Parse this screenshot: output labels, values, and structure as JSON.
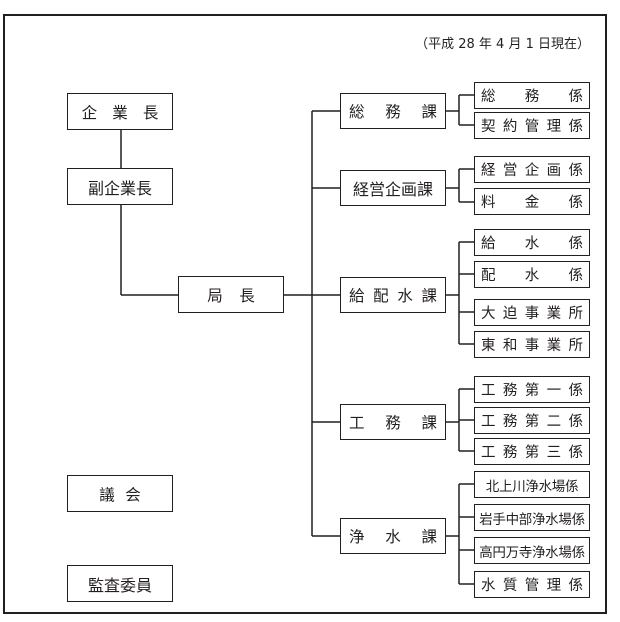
{
  "chart_title": "",
  "date_note": "（平成 28 年 4 月 1 日現在）",
  "left_column": {
    "top": [
      "企",
      "業",
      "長"
    ],
    "vice": "副企業長",
    "bureau_chief": [
      "局",
      "長"
    ],
    "assembly": [
      "議",
      "会"
    ],
    "audit": "監査委員"
  },
  "divisions": [
    {
      "name": [
        "総",
        "務",
        "課"
      ],
      "sections": [
        [
          "総",
          "務",
          "係"
        ],
        [
          "契",
          "約",
          "管",
          "理",
          "係"
        ]
      ]
    },
    {
      "name": "経営企画課",
      "sections": [
        [
          "経",
          "営",
          "企",
          "画",
          "係"
        ],
        [
          "料",
          "金",
          "係"
        ]
      ]
    },
    {
      "name": [
        "給",
        "配",
        "水",
        "課"
      ],
      "sections": [
        [
          "給",
          "水",
          "係"
        ],
        [
          "配",
          "水",
          "係"
        ],
        [
          "大",
          "迫",
          "事",
          "業",
          "所"
        ],
        [
          "東",
          "和",
          "事",
          "業",
          "所"
        ]
      ]
    },
    {
      "name": [
        "工",
        "務",
        "課"
      ],
      "sections": [
        [
          "工",
          "務",
          "第",
          "一",
          "係"
        ],
        [
          "工",
          "務",
          "第",
          "二",
          "係"
        ],
        [
          "工",
          "務",
          "第",
          "三",
          "係"
        ]
      ]
    },
    {
      "name": [
        "浄",
        "水",
        "課"
      ],
      "sections": [
        "北上川浄水場係",
        "岩手中部浄水場係",
        "高円万寺浄水場係",
        [
          "水",
          "質",
          "管",
          "理",
          "係"
        ]
      ]
    }
  ]
}
